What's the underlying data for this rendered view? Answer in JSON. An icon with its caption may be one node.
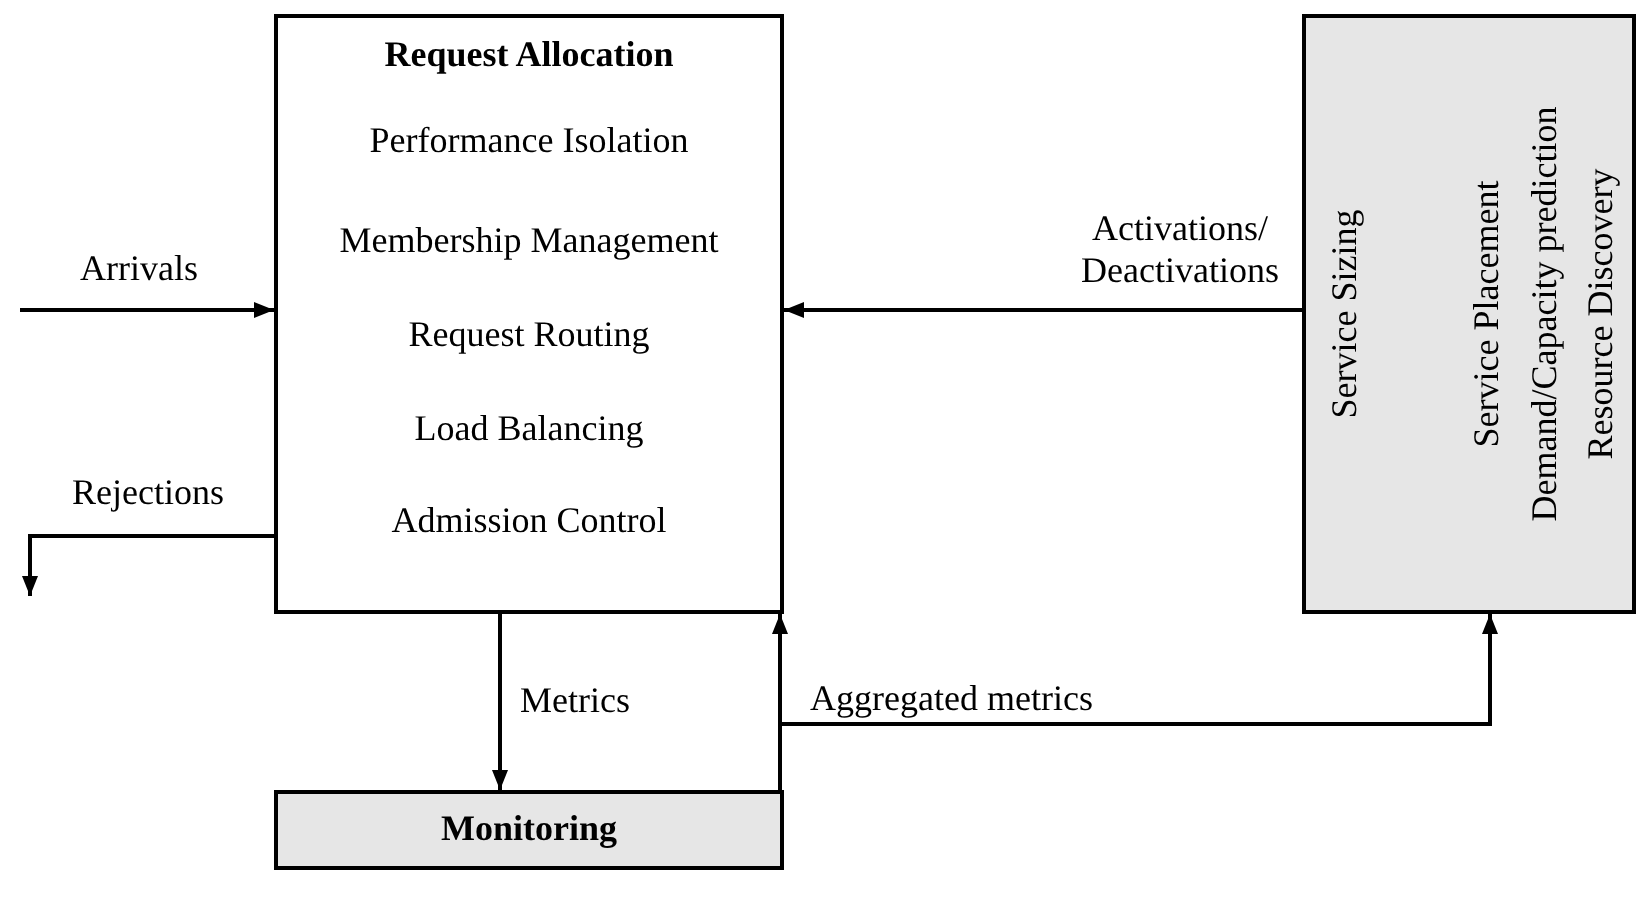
{
  "diagram": {
    "nodes": [
      {
        "text": [
          "Request Allocation",
          "Performance Isolation",
          "Membership Management",
          "Request Routing",
          "Load Balancing",
          "Admission Control"
        ]
      },
      {
        "text": [
          "Service Sizing",
          "Service Placement",
          "Demand/Capacity prediction",
          "Resource Discovery"
        ]
      },
      {
        "text": [
          "Monitoring"
        ]
      }
    ],
    "edges": [
      {
        "from": null,
        "to": 0,
        "arrow": "to",
        "label": "Arrivals"
      },
      {
        "from": 0,
        "to": null,
        "arrow": "to",
        "label": "Rejections"
      },
      {
        "from": 1,
        "to": 0,
        "arrow": "to",
        "label": "Activations/ Deactivations"
      },
      {
        "from": 0,
        "to": 2,
        "arrow": "to",
        "label": "Metrics"
      },
      {
        "from": 2,
        "to": 0,
        "arrow": "to"
      },
      {
        "from": 2,
        "to": 1,
        "arrow": "to",
        "label": "Aggregated metrics"
      }
    ]
  }
}
